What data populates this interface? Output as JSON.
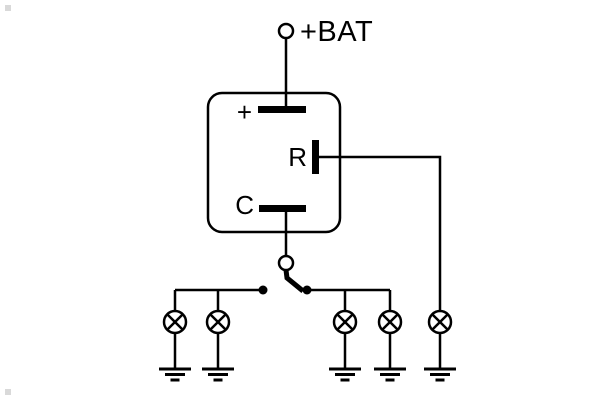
{
  "diagram": {
    "type": "flasher-relay-circuit-schematic",
    "labels": {
      "battery": "+BAT",
      "plus": "+",
      "r": "R",
      "c": "C"
    },
    "colors": {
      "stroke": "#000000",
      "background": "#ffffff"
    },
    "counts": {
      "lamps": 5,
      "grounds": 5,
      "switch_contacts": 2
    }
  }
}
